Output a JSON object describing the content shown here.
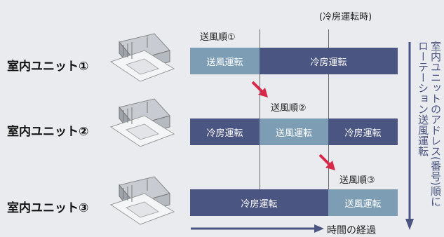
{
  "header_note": "(冷房運転時)",
  "units": [
    {
      "label": "室内ユニット①"
    },
    {
      "label": "室内ユニット②"
    },
    {
      "label": "室内ユニット③"
    }
  ],
  "order_labels": [
    "送風順①",
    "送風順②",
    "送風順③"
  ],
  "bars": {
    "row1": [
      "送風運転",
      "冷房運転"
    ],
    "row2": [
      "冷房運転",
      "送風運転",
      "冷房運転"
    ],
    "row3": [
      "冷房運転",
      "送風運転"
    ]
  },
  "time_label": "時間の経過",
  "rotation_label": "ローテーション送風運転",
  "address_label": "室内ユニットのアドレス(番号)順に",
  "colors": {
    "cooling": "#4b5581",
    "fan": "#7d9db4",
    "arrow": "#d6294a",
    "accent": "#4b5581"
  },
  "icons": {
    "unit": "ceiling-cassette-unit-icon",
    "transition": "red-arrow-icon"
  }
}
